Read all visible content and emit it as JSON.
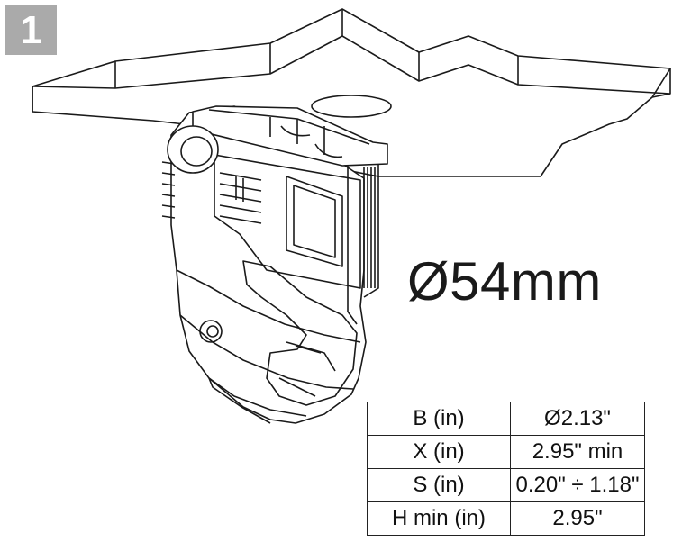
{
  "step": {
    "number": "1"
  },
  "diameter_label": "Ø54mm",
  "spec_table": {
    "rows": [
      {
        "key": "B (in)",
        "value": "Ø2.13\""
      },
      {
        "key": "X (in)",
        "value": "2.95\" min"
      },
      {
        "key": "S (in)",
        "value": "0.20\" ÷ 1.18\""
      },
      {
        "key": "H min (in)",
        "value": "2.95\""
      }
    ]
  },
  "colors": {
    "badge": "#aaaaaa",
    "line": "#1a1a1a",
    "table_border": "#222222"
  }
}
